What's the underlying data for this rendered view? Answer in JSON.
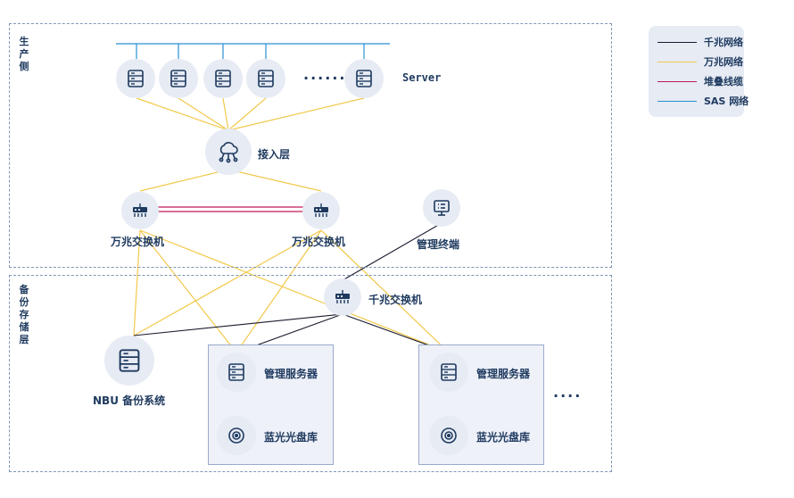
{
  "zones": {
    "production_label": "生产侧",
    "backup_label": "备份存储层"
  },
  "legend": {
    "items": [
      {
        "label": "千兆网络",
        "color": "#1a1a2e"
      },
      {
        "label": "万兆网络",
        "color": "#f2c94c"
      },
      {
        "label": "堆叠线缆",
        "color": "#c2185b"
      },
      {
        "label": "SAS 网络",
        "color": "#2a8fd6"
      }
    ]
  },
  "servers": {
    "label": "Server",
    "ellipsis": "······",
    "icon": "server-icon"
  },
  "access": {
    "label": "接入层",
    "icon": "cloud-network-icon"
  },
  "switches": {
    "left_label": "万兆交换机",
    "right_label": "万兆交换机",
    "gigabit_label": "千兆交换机",
    "icon": "switch-icon"
  },
  "terminal": {
    "label": "管理终端",
    "icon": "monitor-icon"
  },
  "backup": {
    "nbu_label": "NBU 备份系统",
    "mgmt_server_1": "管理服务器",
    "mgmt_server_2": "管理服务器",
    "disc_library_1": "蓝光光盘库",
    "disc_library_2": "蓝光光盘库",
    "more": "····"
  },
  "colors": {
    "gigabit": "#1a1a2e",
    "ten_gigabit": "#f2c94c",
    "stack": "#c2185b",
    "sas": "#2a8fd6",
    "node_bg": "#e6ebf4",
    "icon": "#1f3a5f"
  }
}
